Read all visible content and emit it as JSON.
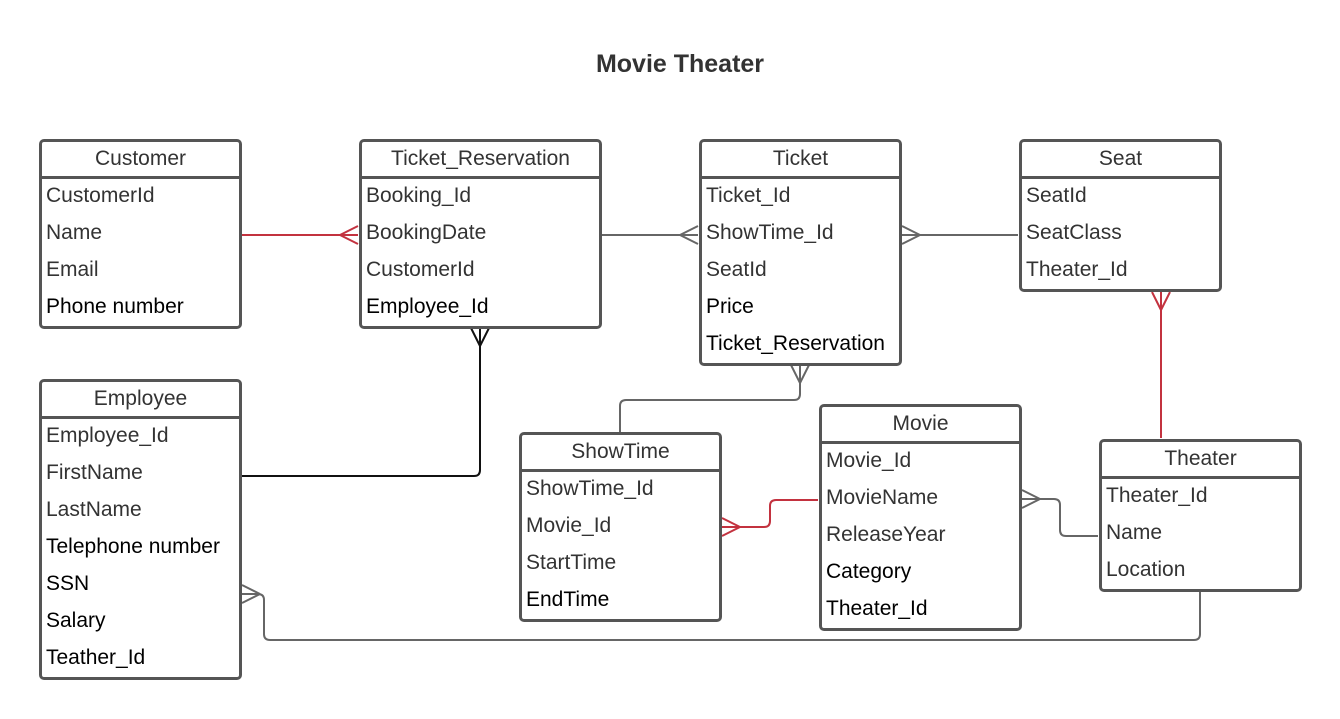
{
  "title": "Movie Theater",
  "colors": {
    "border": "#555555",
    "relationship_red": "#c3323f",
    "relationship_gray": "#666666",
    "relationship_black": "#111111"
  },
  "entities": [
    {
      "key": "customer",
      "name": "Customer",
      "attributes": [
        "CustomerId",
        "Name",
        "Email",
        "Phone number"
      ]
    },
    {
      "key": "ticket-reservation",
      "name": "Ticket_Reservation",
      "attributes": [
        "Booking_Id",
        "BookingDate",
        "CustomerId",
        "Employee_Id"
      ]
    },
    {
      "key": "ticket",
      "name": "Ticket",
      "attributes": [
        "Ticket_Id",
        "ShowTime_Id",
        "SeatId",
        "Price",
        "Ticket_Reservation"
      ]
    },
    {
      "key": "seat",
      "name": "Seat",
      "attributes": [
        "SeatId",
        "SeatClass",
        "Theater_Id"
      ]
    },
    {
      "key": "employee",
      "name": "Employee",
      "attributes": [
        "Employee_Id",
        "FirstName",
        "LastName",
        "Telephone number",
        "SSN",
        "Salary",
        "Teather_Id"
      ]
    },
    {
      "key": "showtime",
      "name": "ShowTime",
      "attributes": [
        "ShowTime_Id",
        "Movie_Id",
        "StartTime",
        "EndTime"
      ]
    },
    {
      "key": "movie",
      "name": "Movie",
      "attributes": [
        "Movie_Id",
        "MovieName",
        "ReleaseYear",
        "Category",
        "Theater_Id"
      ]
    },
    {
      "key": "theater",
      "name": "Theater",
      "attributes": [
        "Theater_Id",
        "Name",
        "Location"
      ]
    }
  ],
  "relationships": [
    {
      "from": "customer",
      "to": "ticket-reservation",
      "from_end": "one",
      "to_end": "many",
      "color": "red"
    },
    {
      "from": "ticket-reservation",
      "to": "ticket",
      "from_end": "one",
      "to_end": "many",
      "color": "gray"
    },
    {
      "from": "ticket",
      "to": "seat",
      "from_end": "many",
      "to_end": "one",
      "color": "gray"
    },
    {
      "from": "seat",
      "to": "theater",
      "from_end": "many",
      "to_end": "one",
      "color": "red"
    },
    {
      "from": "employee",
      "to": "ticket-reservation",
      "from_end": "one",
      "to_end": "many",
      "color": "black"
    },
    {
      "from": "showtime",
      "to": "ticket",
      "from_end": "one",
      "to_end": "many",
      "color": "gray"
    },
    {
      "from": "showtime",
      "to": "movie",
      "from_end": "many",
      "to_end": "one",
      "color": "red"
    },
    {
      "from": "movie",
      "to": "theater",
      "from_end": "many",
      "to_end": "one",
      "color": "gray"
    },
    {
      "from": "employee",
      "to": "theater",
      "from_end": "many",
      "to_end": "one",
      "color": "gray"
    }
  ]
}
